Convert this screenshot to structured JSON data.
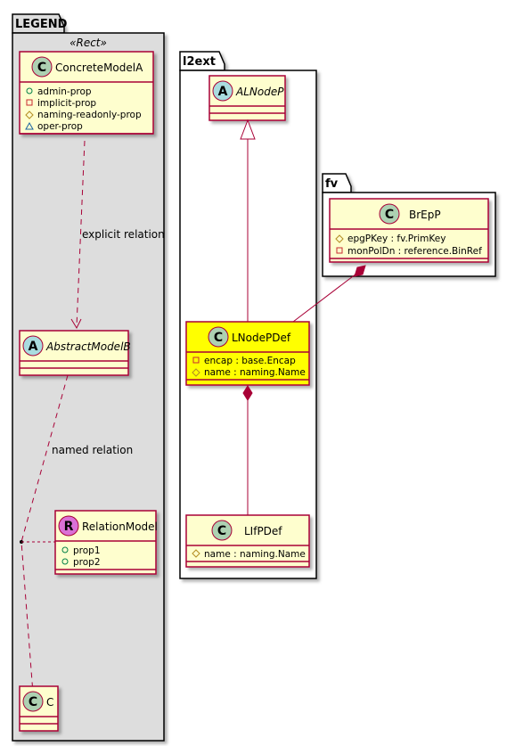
{
  "colors": {
    "class_fill": "#fefece",
    "class_highlight": "#ffff00",
    "border": "#a80036",
    "class_circle": "#add1b2",
    "abstract_circle": "#a9dcdf",
    "relation_circle": "#da70d6"
  },
  "packages": {
    "legend": {
      "title": "LEGEND",
      "stereotype": "«Rect»"
    },
    "l2ext": {
      "title": "l2ext"
    },
    "fv": {
      "title": "fv"
    }
  },
  "classes": {
    "concrete_model_a": {
      "glyph": "C",
      "name": "ConcreteModelA",
      "attributes": [
        "admin-prop",
        "implicit-prop",
        "naming-readonly-prop",
        "oper-prop"
      ],
      "visibility": [
        "public",
        "private",
        "protected",
        "package"
      ]
    },
    "abstract_model_b": {
      "glyph": "A",
      "name": "AbstractModelB"
    },
    "relation_model": {
      "glyph": "R",
      "name": "RelationModel",
      "attributes": [
        "prop1",
        "prop2"
      ],
      "visibility": [
        "public",
        "public"
      ]
    },
    "c": {
      "glyph": "C",
      "name": "C"
    },
    "al_node_p": {
      "glyph": "A",
      "name": "ALNodeP"
    },
    "l_node_p_def": {
      "glyph": "C",
      "name": "LNodePDef",
      "attributes": [
        "encap : base.Encap",
        "name : naming.Name"
      ],
      "visibility": [
        "private",
        "protected"
      ]
    },
    "l_if_p_def": {
      "glyph": "C",
      "name": "LIfPDef",
      "attributes": [
        "name : naming.Name"
      ],
      "visibility": [
        "protected"
      ]
    },
    "br_ep_p": {
      "glyph": "C",
      "name": "BrEpP",
      "attributes": [
        "epgPKey : fv.PrimKey",
        "monPolDn : reference.BinRef"
      ],
      "visibility": [
        "protected",
        "private"
      ]
    }
  },
  "edges": {
    "explicit": {
      "label": "explicit relation"
    },
    "named": {
      "label": "named relation"
    }
  }
}
